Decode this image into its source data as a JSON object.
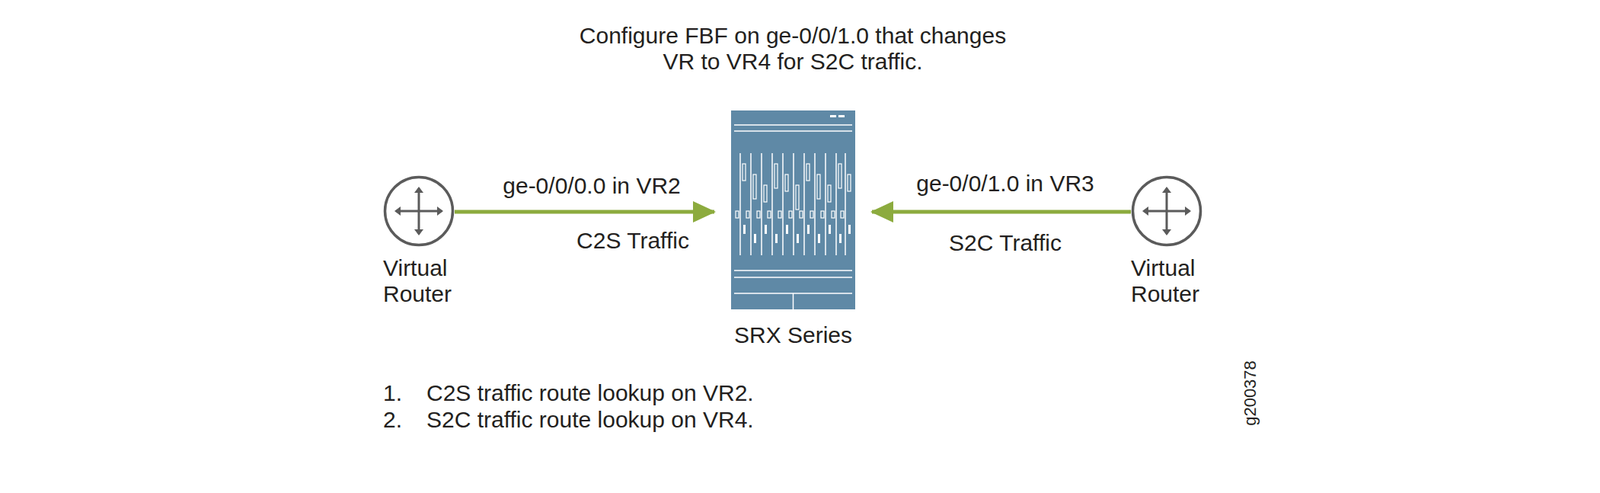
{
  "diagram": {
    "title": "Configure FBF on ge-0/0/1.0 that changes VR to VR4 for S2C traffic.",
    "nodes": [
      {
        "text": [
          "Virtual Router"
        ]
      },
      {
        "text": [
          "SRX Series"
        ]
      },
      {
        "text": [
          "Virtual Router"
        ]
      }
    ],
    "edges": [
      {
        "from": 0,
        "to": 1,
        "arrow": "to",
        "label": "C2S Traffic"
      },
      {
        "from": 2,
        "to": 1,
        "arrow": "to",
        "label": "S2C Traffic"
      }
    ],
    "labels": [
      "ge-0/0/0.0 in VR2",
      "ge-0/0/1.0 in VR3",
      "1.",
      "C2S traffic route lookup on VR2.",
      "2.",
      "S2C traffic route lookup on VR4.",
      "g200378"
    ]
  }
}
